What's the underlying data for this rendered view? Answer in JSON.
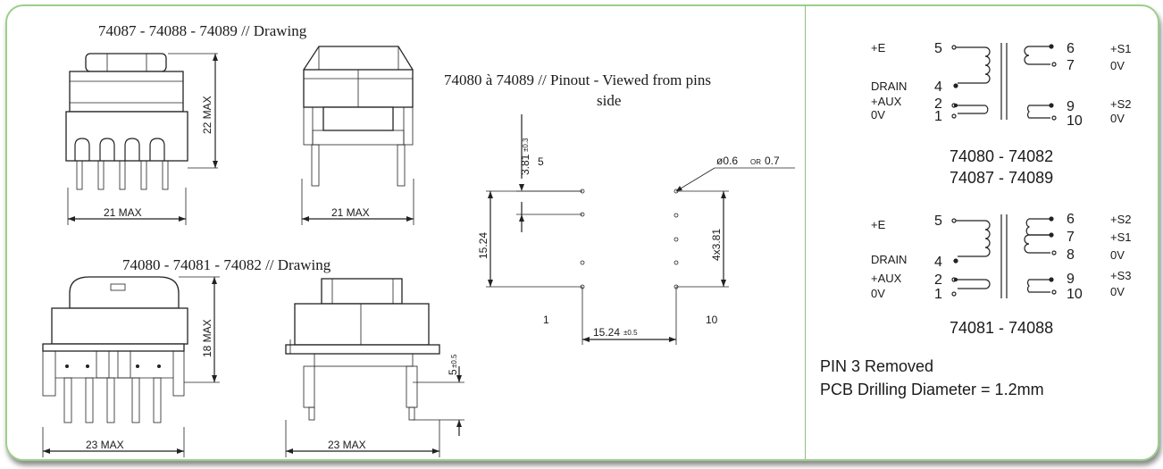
{
  "drawing_a": {
    "title": "74087 - 74088 - 74089 // Drawing",
    "width_label": "21 MAX",
    "side_width_label": "21 MAX",
    "height_label": "22 MAX"
  },
  "drawing_b": {
    "title": "74080 - 74081 - 74082 // Drawing",
    "width_label": "23 MAX",
    "side_width_label": "23 MAX",
    "height_label": "18 MAX",
    "pin_len_label": "5",
    "pin_len_tol": "±0.5"
  },
  "pinout": {
    "title_line1": "74080 à 74089 // Pinout - Viewed from pins",
    "title_line2": "side",
    "offset_label": "3.81",
    "offset_tol": "±0.3",
    "pin5": "5",
    "pin1": "1",
    "pin10": "10",
    "dia_label": "ø0.6",
    "dia_or": "OR",
    "dia_alt": "0.7",
    "pitch_left": "15.24",
    "pitch_right": "4x3.81",
    "bottom_label": "15.24",
    "bottom_tol": "±0.5"
  },
  "schematic_1": {
    "left_labels": [
      "+E",
      "DRAIN",
      "+AUX",
      "0V"
    ],
    "left_pins": [
      "5",
      "4",
      "2",
      "1"
    ],
    "right_pins": [
      "6",
      "7",
      "9",
      "10"
    ],
    "right_labels": [
      "+S1",
      "0V",
      "+S2",
      "0V"
    ],
    "parts_line1": "74080 - 74082",
    "parts_line2": "74087 - 74089"
  },
  "schematic_2": {
    "left_labels": [
      "+E",
      "DRAIN",
      "+AUX",
      "0V"
    ],
    "left_pins": [
      "5",
      "4",
      "2",
      "1"
    ],
    "right_pins": [
      "6",
      "7",
      "8",
      "9",
      "10"
    ],
    "right_labels": [
      "+S2",
      "+S1",
      "0V",
      "+S3",
      "0V"
    ],
    "parts_line1": "74081 - 74088"
  },
  "notes": {
    "line1": "PIN 3 Removed",
    "line2": "PCB Drilling Diameter = 1.2mm"
  }
}
